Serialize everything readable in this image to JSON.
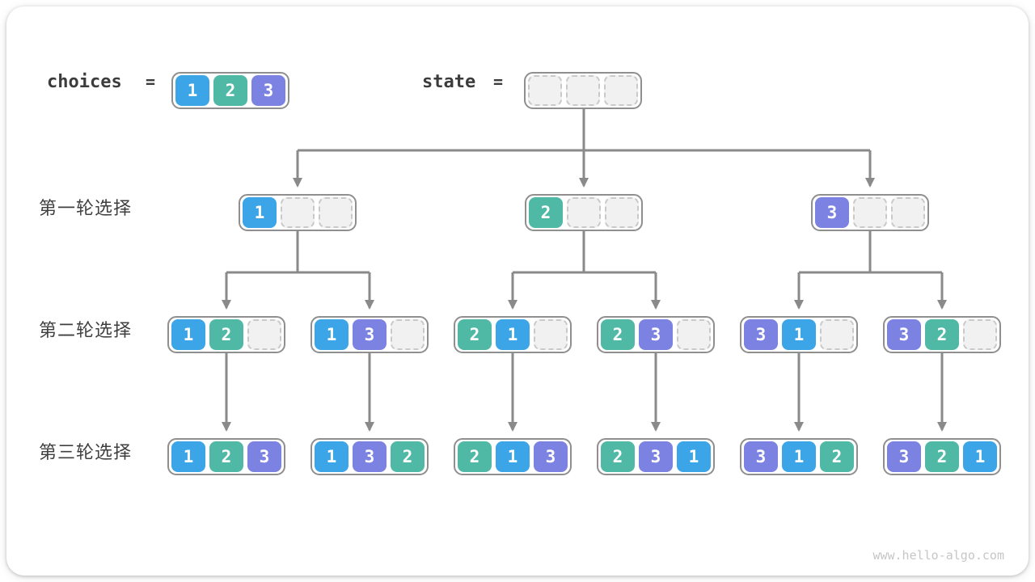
{
  "colors": {
    "blue": "#3CA5E8",
    "teal": "#4FB9A6",
    "purple": "#7C82E2",
    "empty_fill": "#F1F1F2",
    "empty_border": "#C9C9C9",
    "node_border": "#8F8F8F",
    "edge": "#8A8A8A",
    "label_text": "#3C3C3C"
  },
  "header": {
    "choices_label": "choices",
    "equals": "=",
    "choices_cells": [
      "1",
      "2",
      "3"
    ],
    "state_label": "state",
    "state_cells": [
      "",
      "",
      ""
    ]
  },
  "rows": [
    {
      "label": "第一轮选择",
      "nodes": [
        [
          "1",
          "",
          ""
        ],
        [
          "2",
          "",
          ""
        ],
        [
          "3",
          "",
          ""
        ]
      ]
    },
    {
      "label": "第二轮选择",
      "nodes": [
        [
          "1",
          "2",
          ""
        ],
        [
          "1",
          "3",
          ""
        ],
        [
          "2",
          "1",
          ""
        ],
        [
          "2",
          "3",
          ""
        ],
        [
          "3",
          "1",
          ""
        ],
        [
          "3",
          "2",
          ""
        ]
      ]
    },
    {
      "label": "第三轮选择",
      "nodes": [
        [
          "1",
          "2",
          "3"
        ],
        [
          "1",
          "3",
          "2"
        ],
        [
          "2",
          "1",
          "3"
        ],
        [
          "2",
          "3",
          "1"
        ],
        [
          "3",
          "1",
          "2"
        ],
        [
          "3",
          "2",
          "1"
        ]
      ]
    }
  ],
  "page": {
    "watermark": "www.hello-algo.com"
  }
}
